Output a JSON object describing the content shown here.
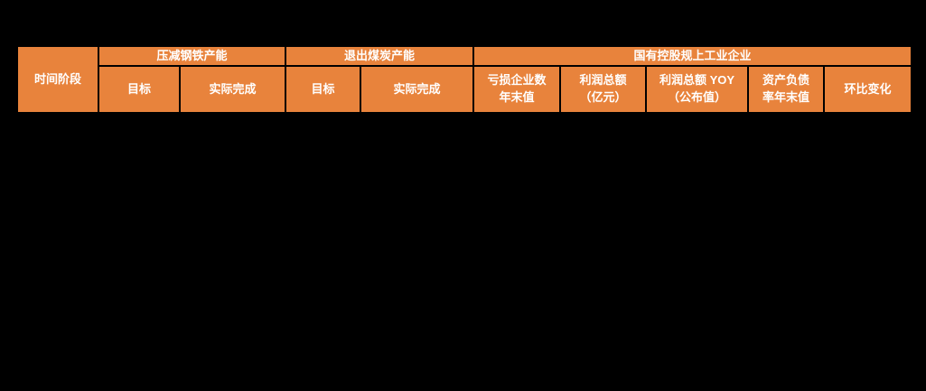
{
  "theme": {
    "background": "#000000",
    "cell_fill": "#E8833C",
    "text_color": "#FFFFFF",
    "gridline_color": "#000000"
  },
  "table": {
    "stub_header": "时间阶段",
    "groups": [
      {
        "label": "压减钢铁产能"
      },
      {
        "label": "退出煤炭产能"
      },
      {
        "label": "国有控股规上工业企业"
      }
    ],
    "sub_headers": [
      {
        "line1": "目标",
        "line2": ""
      },
      {
        "line1": "实际完成",
        "line2": ""
      },
      {
        "line1": "目标",
        "line2": ""
      },
      {
        "line1": "实际完成",
        "line2": ""
      },
      {
        "line1": "亏损企业数",
        "line2": "年末值"
      },
      {
        "line1": "利润总额",
        "line2": "（亿元）"
      },
      {
        "line1": "利润总额 YOY",
        "line2": "（公布值）"
      },
      {
        "line1": "资产负债",
        "line2": "率年末值"
      },
      {
        "line1": "环比变化",
        "line2": ""
      }
    ],
    "rows": []
  }
}
